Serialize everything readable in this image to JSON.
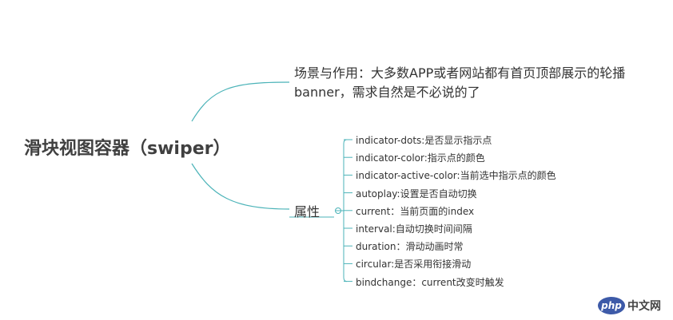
{
  "root": {
    "label": "滑块视图容器（swiper）"
  },
  "branches": {
    "scene": {
      "label": "场景与作用：大多数APP或者网站都有首页顶部展示的轮播banner，需求自然是不必说的了"
    },
    "attributes": {
      "label": "属性",
      "items": [
        "indicator-dots:是否显示指示点",
        "indicator-color:指示点的颜色",
        "indicator-active-color:当前选中指示点的颜色",
        "autoplay:设置是否自动切换",
        "current：当前页面的index",
        "interval:自动切换时间间隔",
        "duration：滑动动画时常",
        "circular:是否采用衔接滑动",
        "bindchange：current改变时触发"
      ]
    }
  },
  "watermark": {
    "badge": "php",
    "text": "中文网"
  },
  "colors": {
    "link": "#4bb3b8",
    "collapse": "#4bb3b8"
  }
}
